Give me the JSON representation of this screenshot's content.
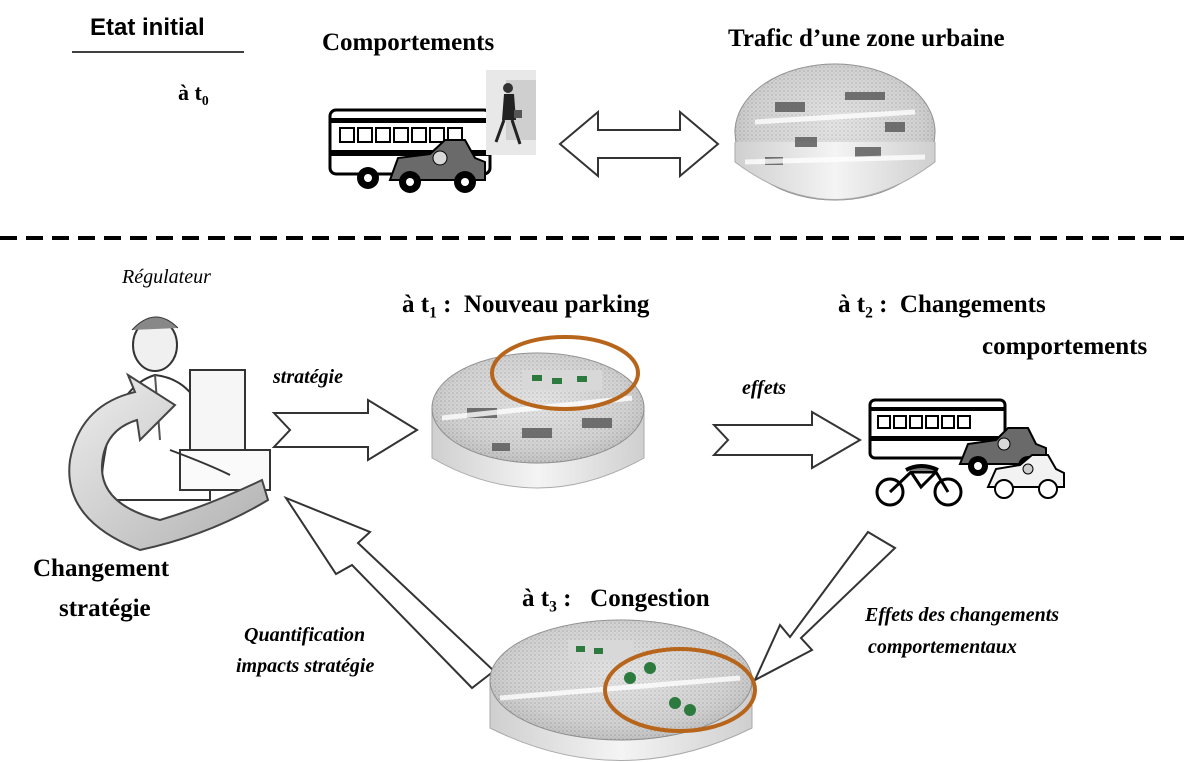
{
  "top": {
    "etat_initial": "Etat  initial",
    "at_t0_prefix": "à t",
    "at_t0_sub": "0",
    "comportements": "Comportements",
    "trafic": "Trafic d’une zone urbaine"
  },
  "bottom": {
    "regulateur": "Régulateur",
    "t1_prefix": "à t",
    "t1_sub": "1",
    "t1_label": " :  Nouveau parking",
    "t2_prefix": "à t",
    "t2_sub": "2",
    "t2_label": " :  Changements",
    "t2_label_line2": "comportements",
    "t3_prefix": "à t",
    "t3_sub": "3",
    "t3_label": " :   Congestion",
    "strategie": "stratégie",
    "effets": "effets",
    "changement_line1": "Changement",
    "changement_line2": "stratégie",
    "quantification_line1": "Quantification",
    "quantification_line2": "impacts stratégie",
    "effets_changements_line1": "Effets des changements",
    "effets_changements_line2": "comportementaux"
  },
  "colors": {
    "highlight_ellipse": "#b8651c",
    "dashed_separator": "#000000",
    "arrow_outline": "#333333"
  },
  "icons": [
    "bus-icon",
    "car-icon",
    "walking-woman-icon",
    "motorbike-icon",
    "regulator-person-icon",
    "urban-zone-icon",
    "curved-arrow-icon"
  ]
}
